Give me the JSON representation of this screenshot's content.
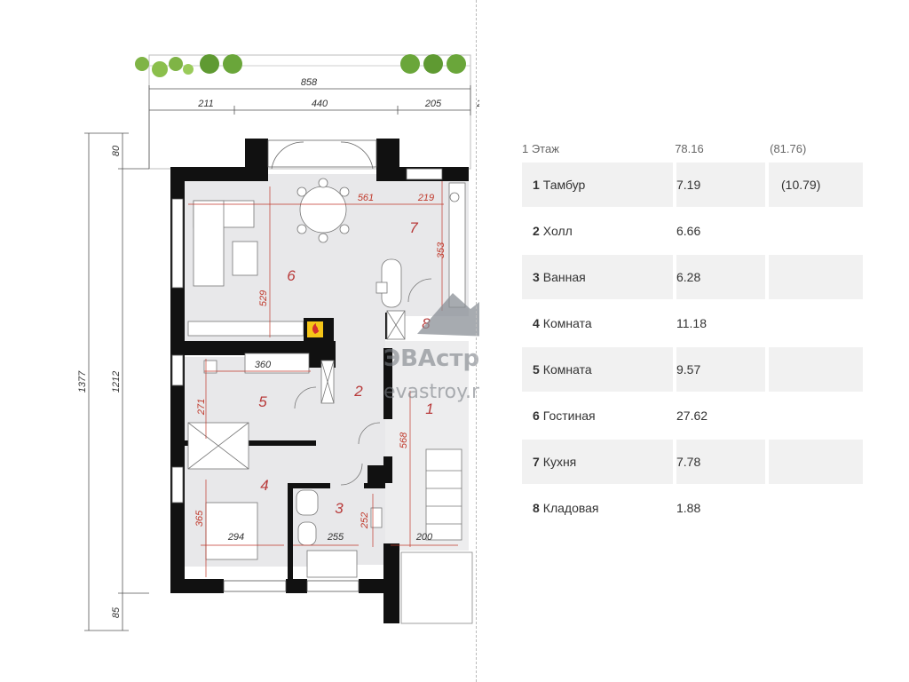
{
  "plan": {
    "dims": {
      "top_total": "858",
      "top_a": "211",
      "top_b": "440",
      "top_c": "205",
      "top_d": "2",
      "left_total": "1377",
      "left_main": "1212",
      "left_top": "80",
      "left_bottom": "85"
    },
    "inner_dims": {
      "d561": "561",
      "d219": "219",
      "d353": "353",
      "d529": "529",
      "d360": "360",
      "d271": "271",
      "d568": "568",
      "d365": "365",
      "d294": "294",
      "d255": "255",
      "d252": "252",
      "d200": "200"
    },
    "room_numbers": [
      "1",
      "2",
      "3",
      "4",
      "5",
      "6",
      "7",
      "8"
    ],
    "watermark": {
      "brand": "ЭВАстрой",
      "site": "evastroy.ru"
    }
  },
  "table": {
    "header": {
      "floor": "1 Этаж",
      "area": "78.16",
      "area_total": "(81.76)"
    },
    "rows": [
      {
        "num": "1",
        "name": "Тамбур",
        "area": "7.19",
        "extra": "(10.79)"
      },
      {
        "num": "2",
        "name": "Холл",
        "area": "6.66",
        "extra": ""
      },
      {
        "num": "3",
        "name": "Ванная",
        "area": "6.28",
        "extra": ""
      },
      {
        "num": "4",
        "name": "Комната",
        "area": "11.18",
        "extra": ""
      },
      {
        "num": "5",
        "name": "Комната",
        "area": "9.57",
        "extra": ""
      },
      {
        "num": "6",
        "name": "Гостиная",
        "area": "27.62",
        "extra": ""
      },
      {
        "num": "7",
        "name": "Кухня",
        "area": "7.78",
        "extra": ""
      },
      {
        "num": "8",
        "name": "Кладовая",
        "area": "1.88",
        "extra": ""
      }
    ]
  },
  "colors": {
    "wall": "#111111",
    "floor": "#e8e8ea",
    "accent": "#b83a3a"
  }
}
